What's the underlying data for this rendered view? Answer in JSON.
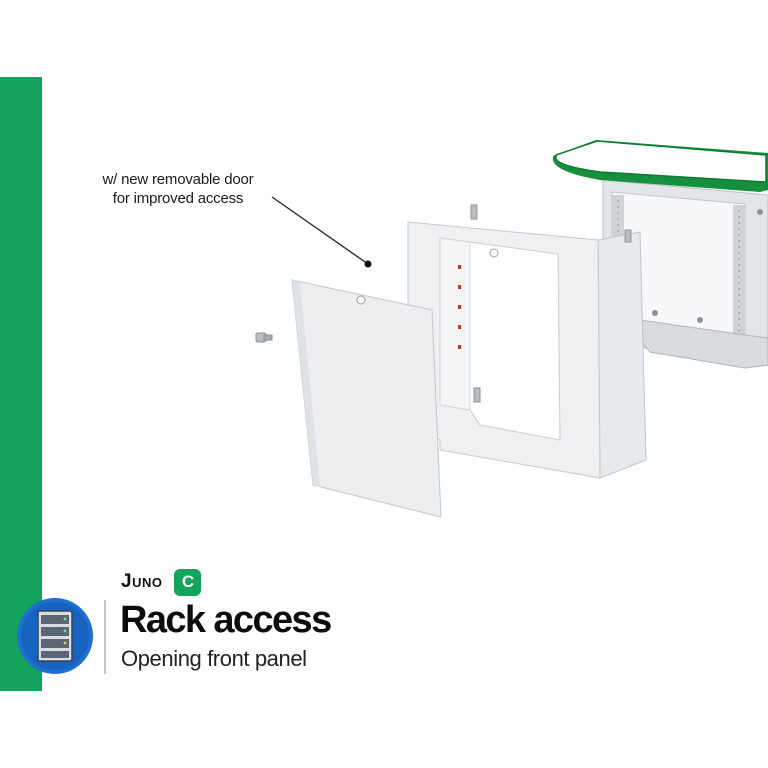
{
  "callout": {
    "line1": "w/ new removable door",
    "line2": "for improved access"
  },
  "brand": {
    "name": "Juno",
    "badge": "C"
  },
  "heading": {
    "title": "Rack access",
    "subtitle": "Opening front panel"
  },
  "icons": {
    "rack": "server-rack-icon",
    "screw": "screw-icon"
  },
  "colors": {
    "accent_green": "#13a35c",
    "icon_blue": "#1e6fd0"
  }
}
